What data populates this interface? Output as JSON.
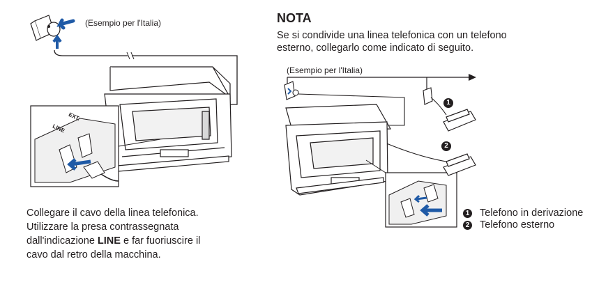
{
  "left_panel": {
    "example_caption": "(Esempio per l'Italia)",
    "instruction_lines": [
      "Collegare il cavo della linea telefonica.",
      "Utilizzare la presa contrassegnata",
      "dall'indicazione ",
      "LINE",
      " e far fuoriuscire il",
      "cavo dal retro della macchina."
    ],
    "port_labels": {
      "ext": "EXT.",
      "line": "LINE"
    }
  },
  "right_panel": {
    "title": "NOTA",
    "text_line1": "Se si condivide una linea telefonica con un telefono",
    "text_line2": "esterno, collegarlo come indicato di seguito.",
    "example_caption": "(Esempio per l'Italia)",
    "callout_1": "1",
    "callout_2": "2",
    "legend": [
      {
        "num": "1",
        "label": "Telefono in derivazione"
      },
      {
        "num": "2",
        "label": "Telefono esterno"
      }
    ]
  },
  "colors": {
    "arrow_blue": "#1f5aa6",
    "ink": "#231f20"
  }
}
